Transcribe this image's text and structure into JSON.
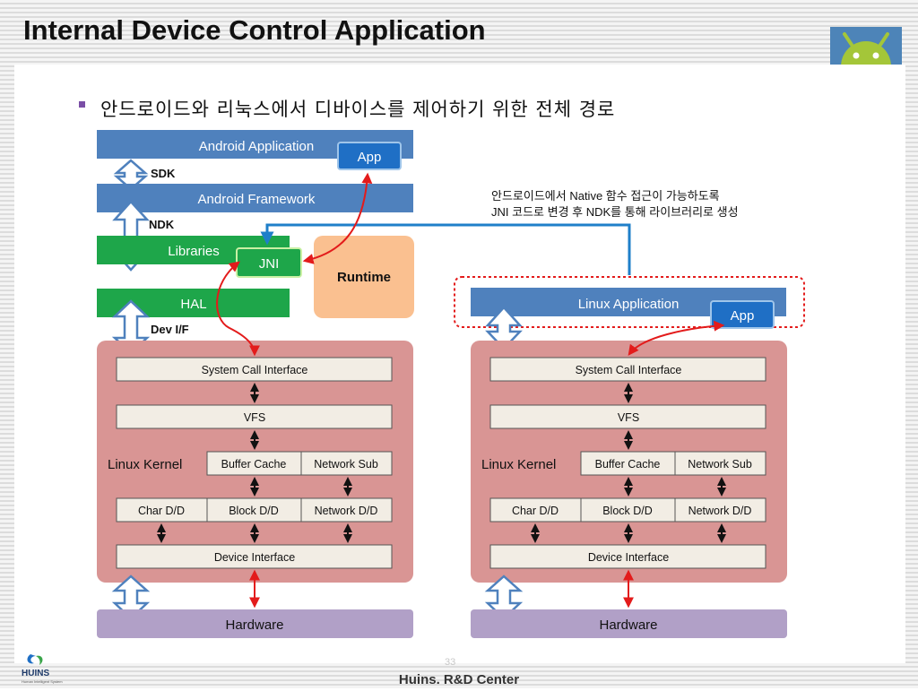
{
  "slide": {
    "title": "Internal Device Control Application",
    "subtitle": "안드로이드와 리눅스에서 디바이스를 제어하기 위한 전체 경로",
    "footer": "Huins. R&D Center",
    "page_number": "33",
    "company_logo": "HUINS",
    "company_tagline": "Human Intelligent System"
  },
  "diagram": {
    "android_stack": {
      "android_application": "Android Application",
      "app": "App",
      "sdk": "SDK",
      "android_framework": "Android Framework",
      "ndk": "NDK",
      "libraries": "Libraries",
      "jni": "JNI",
      "runtime": "Runtime",
      "hal": "HAL",
      "dev_if": "Dev I/F"
    },
    "note_line1": "안드로이드에서 Native 함수 접근이 가능하도록",
    "note_line2": "JNI  코드로 변경 후 NDK를 통해 라이브러리로 생성",
    "linux_stack": {
      "linux_application": "Linux Application",
      "app": "App"
    },
    "kernel": {
      "system_call_interface": "System Call Interface",
      "vfs": "VFS",
      "linux_kernel": "Linux Kernel",
      "buffer_cache": "Buffer Cache",
      "network_sub": "Network Sub",
      "char_dd": "Char D/D",
      "block_dd": "Block D/D",
      "network_dd": "Network D/D",
      "device_interface": "Device Interface"
    },
    "hardware": "Hardware",
    "colors": {
      "blue": "#4f81bd",
      "app_blue": "#1f6fc5",
      "green": "#1ea64a",
      "runtime": "#fac090",
      "kernel_bg": "#d99594",
      "box_fill": "#f2ede4",
      "hardware": "#b1a0c7",
      "red_arrow": "#e31b1b",
      "link_blue": "#1f7fc9"
    }
  }
}
